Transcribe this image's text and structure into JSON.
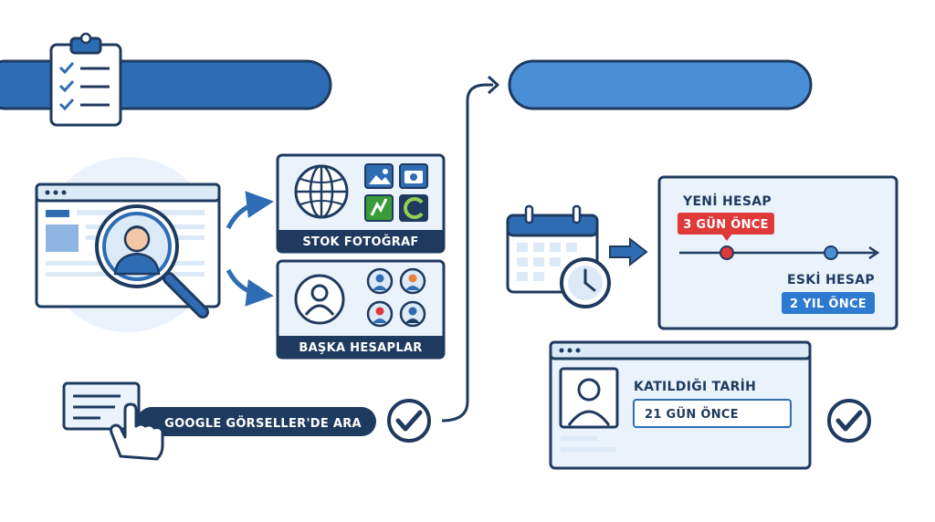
{
  "left": {
    "stock_label": "STOK FOTOĞRAF",
    "other_accounts_label": "BAŞKA HESAPLAR",
    "search_action": "GOOGLE GÖRSELLER'DE ARA"
  },
  "right": {
    "new_account": {
      "title": "YENİ HESAP",
      "badge": "3 GÜN ÖNCE"
    },
    "old_account": {
      "title": "ESKİ HESAP",
      "badge": "2 YIL ÖNCE"
    },
    "profile": {
      "joined_label": "KATILDIĞI TARİH",
      "joined_value": "21 GÜN ÖNCE"
    }
  },
  "colors": {
    "navy": "#1f3a5f",
    "blue": "#2e6db4",
    "light_blue": "#dce9f7",
    "pale_blue": "#eaf2fb",
    "red": "#e0393a"
  }
}
